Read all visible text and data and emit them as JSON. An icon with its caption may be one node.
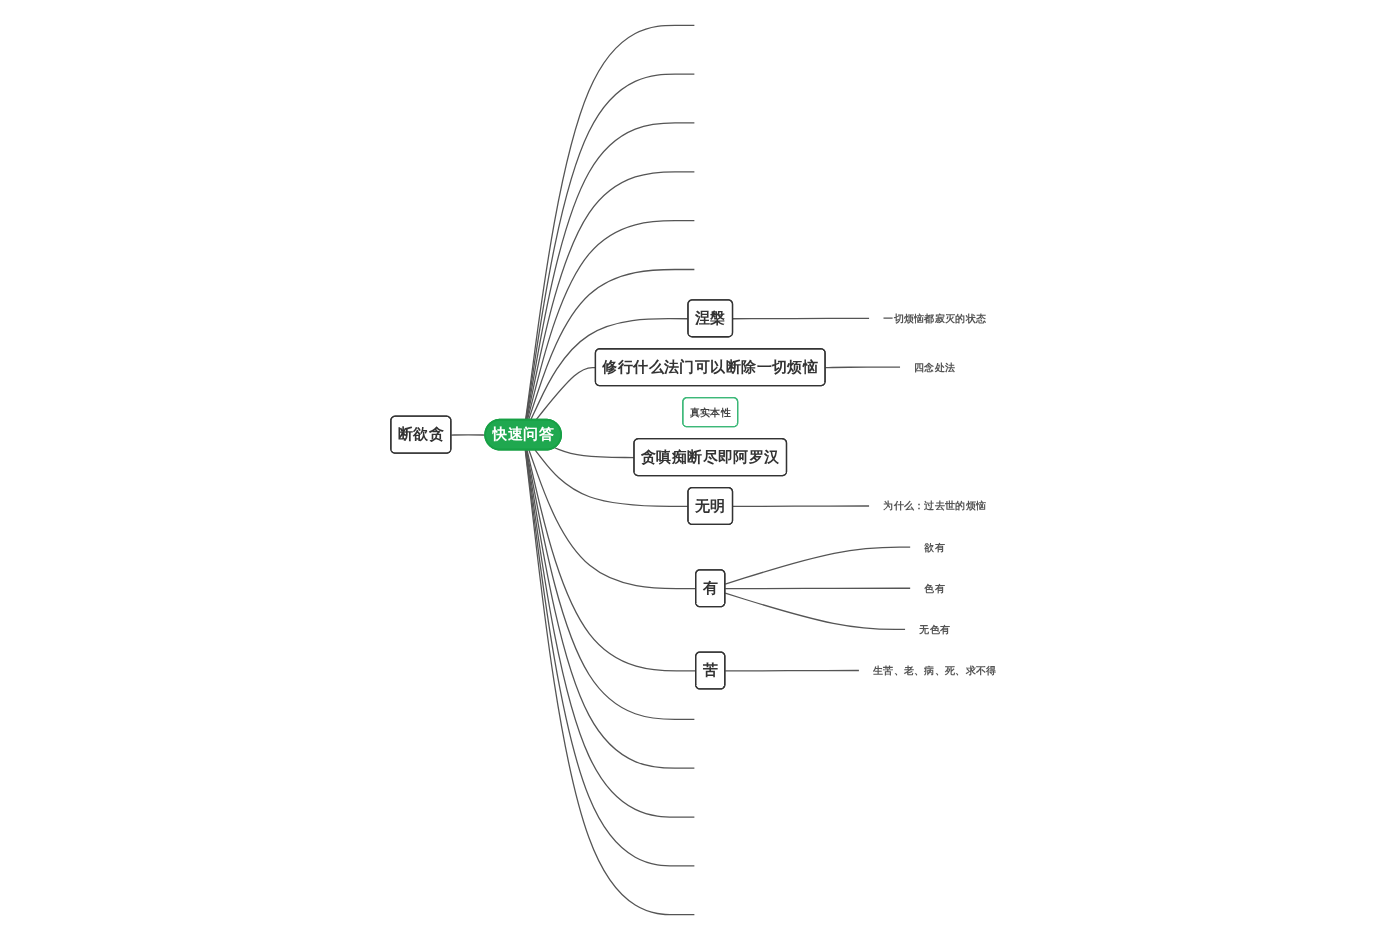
{
  "diagram": {
    "nodes": [
      {
        "text": [
          "快速问答"
        ]
      },
      {
        "text": [
          "断欲贪"
        ]
      },
      {
        "text": [
          "涅槃"
        ]
      },
      {
        "text": [
          "一切烦恼都寂灭的状态"
        ]
      },
      {
        "text": [
          "修行什么法门可以断除一切烦恼"
        ]
      },
      {
        "text": [
          "真实本性"
        ]
      },
      {
        "text": [
          "四念处法"
        ]
      },
      {
        "text": [
          "贪嗔痴断尽即阿罗汉"
        ]
      },
      {
        "text": [
          "无明"
        ]
      },
      {
        "text": [
          "为什么：过去世的烦恼"
        ]
      },
      {
        "text": [
          "有"
        ]
      },
      {
        "text": [
          "欲有"
        ]
      },
      {
        "text": [
          "色有"
        ]
      },
      {
        "text": [
          "无色有"
        ]
      },
      {
        "text": [
          "苦"
        ]
      },
      {
        "text": [
          "生苦、老、病、死、求不得"
        ]
      }
    ],
    "edges": [
      {
        "from": 1,
        "to": 0,
        "arrow": "none"
      },
      {
        "from": 0,
        "to": null,
        "arrow": "none"
      },
      {
        "from": 0,
        "to": null,
        "arrow": "none"
      },
      {
        "from": 0,
        "to": null,
        "arrow": "none"
      },
      {
        "from": 0,
        "to": null,
        "arrow": "none"
      },
      {
        "from": 0,
        "to": null,
        "arrow": "none"
      },
      {
        "from": 0,
        "to": null,
        "arrow": "none"
      },
      {
        "from": 0,
        "to": 2,
        "arrow": "none"
      },
      {
        "from": 2,
        "to": 3,
        "arrow": "none"
      },
      {
        "from": 0,
        "to": 4,
        "arrow": "none"
      },
      {
        "from": 4,
        "to": 6,
        "arrow": "none"
      },
      {
        "from": 0,
        "to": 7,
        "arrow": "none"
      },
      {
        "from": 0,
        "to": 8,
        "arrow": "none"
      },
      {
        "from": 8,
        "to": 9,
        "arrow": "none"
      },
      {
        "from": 0,
        "to": 10,
        "arrow": "none"
      },
      {
        "from": 10,
        "to": 11,
        "arrow": "none"
      },
      {
        "from": 10,
        "to": 12,
        "arrow": "none"
      },
      {
        "from": 10,
        "to": 13,
        "arrow": "none"
      },
      {
        "from": 0,
        "to": 14,
        "arrow": "none"
      },
      {
        "from": 14,
        "to": 15,
        "arrow": "none"
      },
      {
        "from": 0,
        "to": null,
        "arrow": "none"
      },
      {
        "from": 0,
        "to": null,
        "arrow": "none"
      },
      {
        "from": 0,
        "to": null,
        "arrow": "none"
      },
      {
        "from": 0,
        "to": null,
        "arrow": "none"
      },
      {
        "from": 0,
        "to": null,
        "arrow": "none"
      }
    ]
  }
}
